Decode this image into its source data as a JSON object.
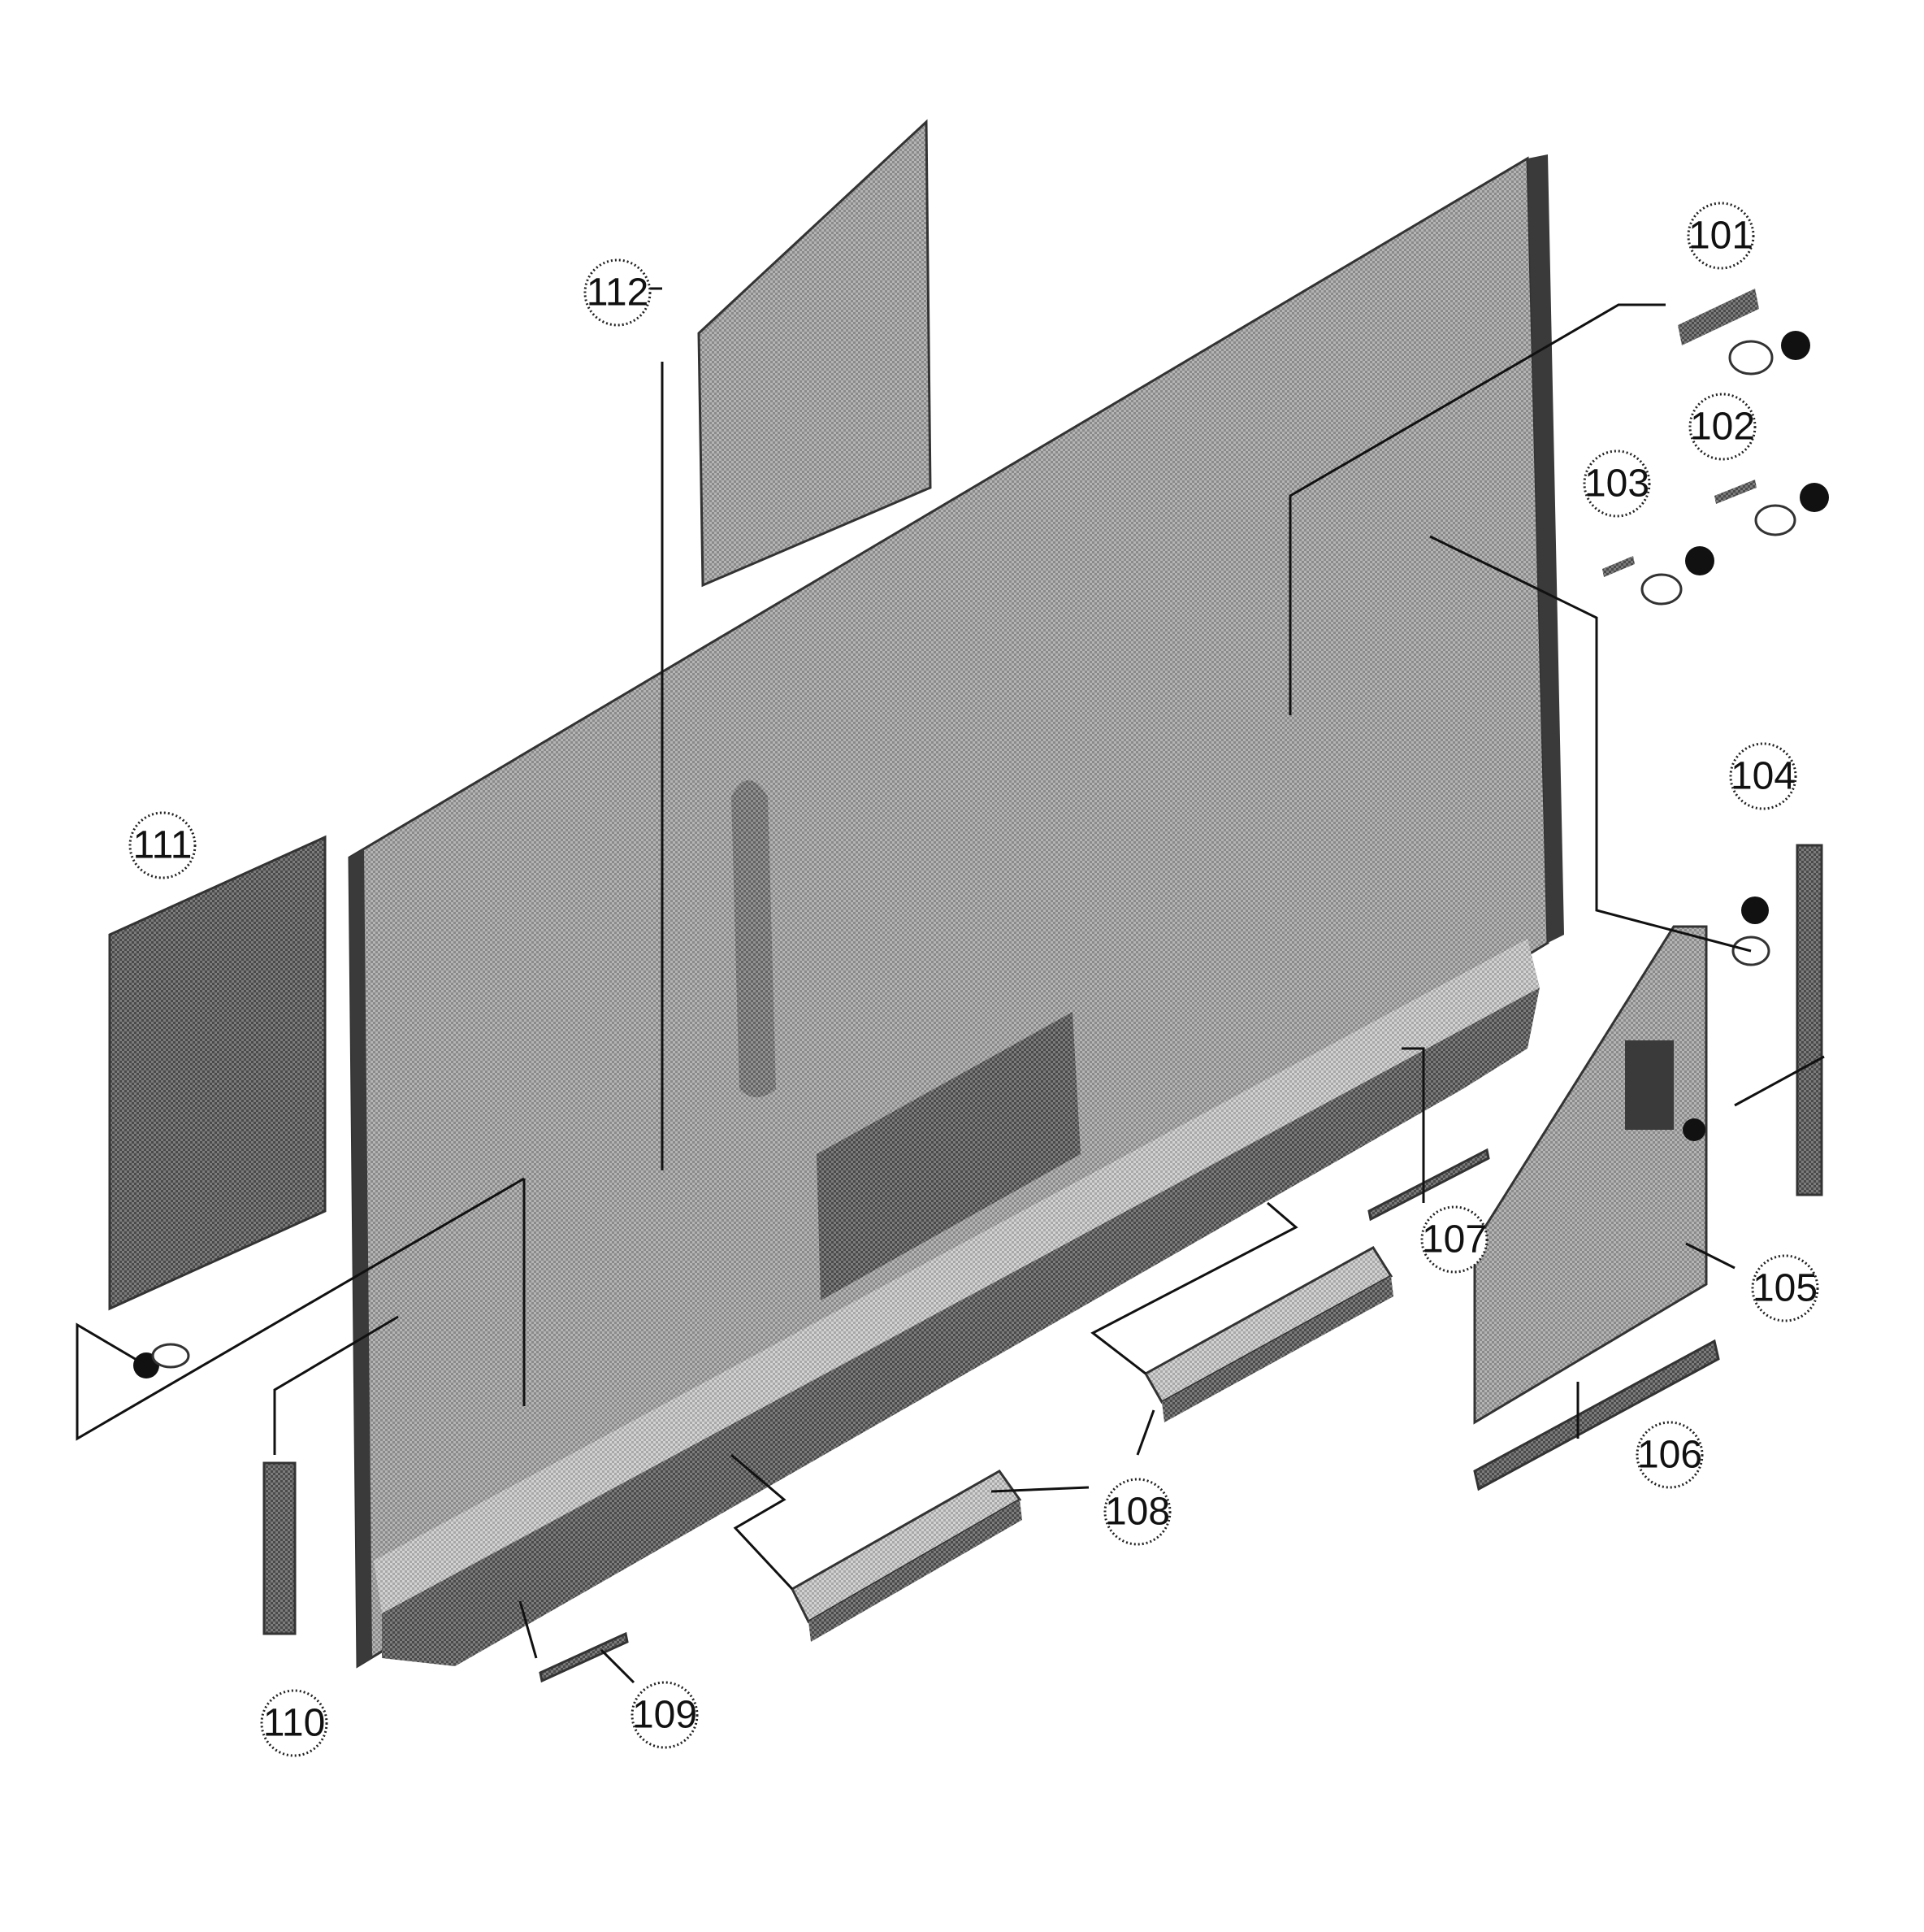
{
  "diagram": {
    "colors": {
      "background": "#ffffff",
      "part_fill": "#a9a9a9",
      "part_dark": "#6e6e6e",
      "line": "#111111"
    },
    "callouts": [
      {
        "id": "101",
        "label": "101"
      },
      {
        "id": "102",
        "label": "102"
      },
      {
        "id": "103",
        "label": "103"
      },
      {
        "id": "104",
        "label": "104"
      },
      {
        "id": "105",
        "label": "105"
      },
      {
        "id": "106",
        "label": "106"
      },
      {
        "id": "107",
        "label": "107"
      },
      {
        "id": "108",
        "label": "108"
      },
      {
        "id": "109",
        "label": "109"
      },
      {
        "id": "110",
        "label": "110"
      },
      {
        "id": "111",
        "label": "111"
      },
      {
        "id": "112",
        "label": "112"
      }
    ]
  }
}
